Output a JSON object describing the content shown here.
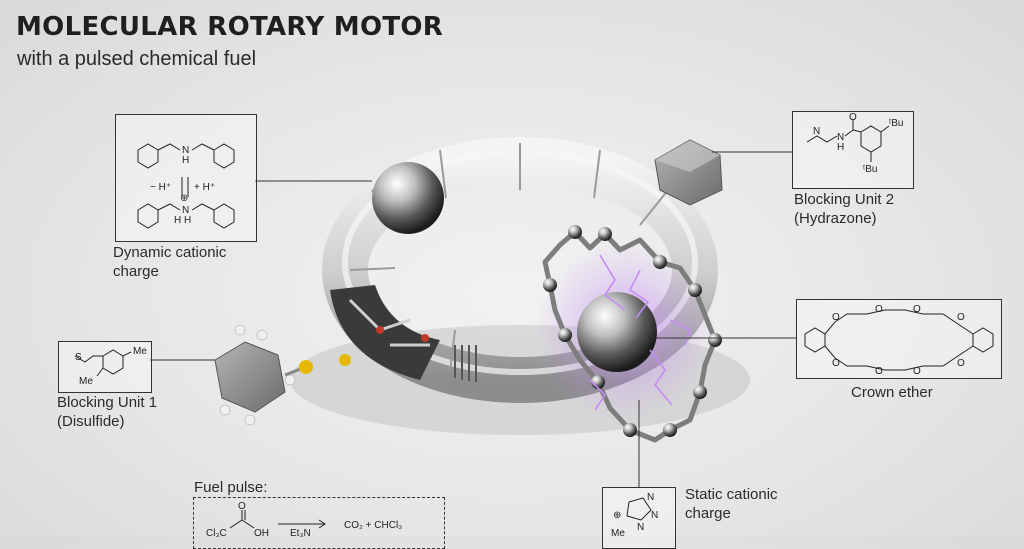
{
  "header": {
    "title": "MOLECULAR ROTARY MOTOR",
    "subtitle": "with a pulsed chemical fuel"
  },
  "callouts": {
    "dynamic_charge": "Dynamic cationic\ncharge",
    "blocking1_name": "Blocking Unit 1",
    "blocking1_type": "(Disulfide)",
    "blocking2_name": "Blocking Unit 2",
    "blocking2_type": "(Hydrazone)",
    "crown_ether": "Crown ether",
    "static_charge_line1": "Static cationic",
    "static_charge_line2": "charge"
  },
  "dynamic_charge_lines": [
    "Dynamic cationic",
    "charge"
  ],
  "fuel": {
    "title": "Fuel pulse:",
    "reactant": "Cl₃C",
    "oh": "OH",
    "carbonyl_o": "O",
    "reagent": "Et₃N",
    "products": "CO₂  +  CHCl₃"
  },
  "chem_labels": {
    "nh": "N",
    "h": "H",
    "proton_minus": "− H⁺",
    "proton_plus": "+ H⁺",
    "nh2_plus": "N",
    "h2": "H  H",
    "plus": "⊕",
    "s": "S",
    "me": "Me",
    "tbu": "ᵗBu",
    "hydrazone_n": "N",
    "hydrazone_nh": "N",
    "hydrazone_h": "H",
    "hydrazone_o": "O",
    "triazole_n1": "N",
    "triazole_n2": "N",
    "triazole_n3": "N",
    "triazole_me": "Me",
    "crown_o": "O"
  },
  "colors": {
    "accent_spark": "#b77be8",
    "sulfur": "#e8b800",
    "ring_body": "#d9d9d9",
    "text": "#2b2b2b"
  }
}
